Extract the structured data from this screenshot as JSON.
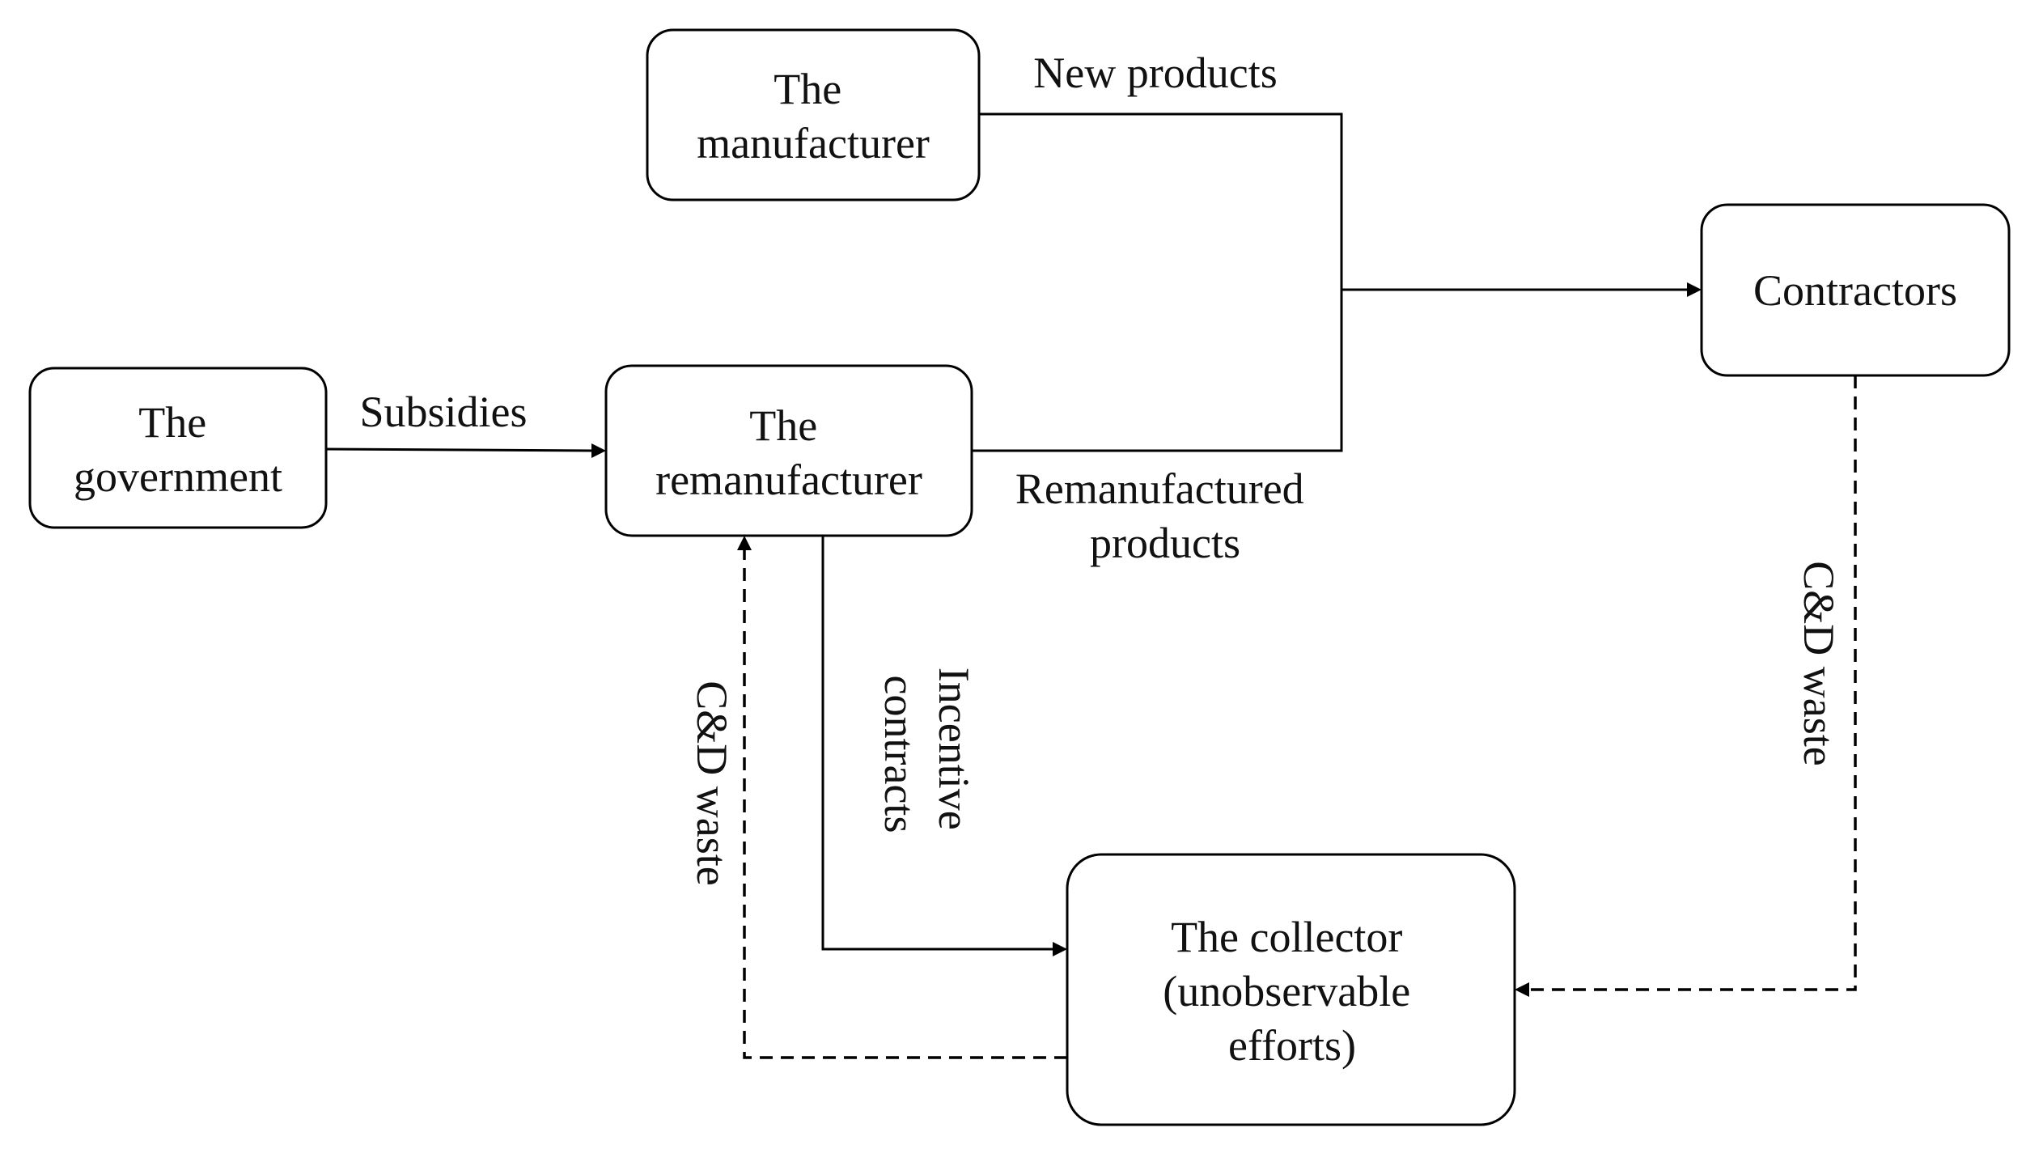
{
  "nodes": {
    "manufacturer": [
      "The",
      "manufacturer"
    ],
    "government": [
      "The",
      "government"
    ],
    "remanufacturer": [
      "The",
      "remanufacturer"
    ],
    "contractors": [
      "Contractors"
    ],
    "collector": [
      "The collector",
      "(unobservable",
      "efforts)"
    ]
  },
  "edges": {
    "new_products": [
      "New products"
    ],
    "subsidies": [
      "Subsidies"
    ],
    "remanufactured_products": [
      "Remanufactured",
      "products"
    ],
    "incentive_contracts": [
      "Incentive",
      "contracts"
    ],
    "cd_waste_right": [
      "C&D waste"
    ],
    "cd_waste_left": [
      "C&D waste"
    ]
  }
}
